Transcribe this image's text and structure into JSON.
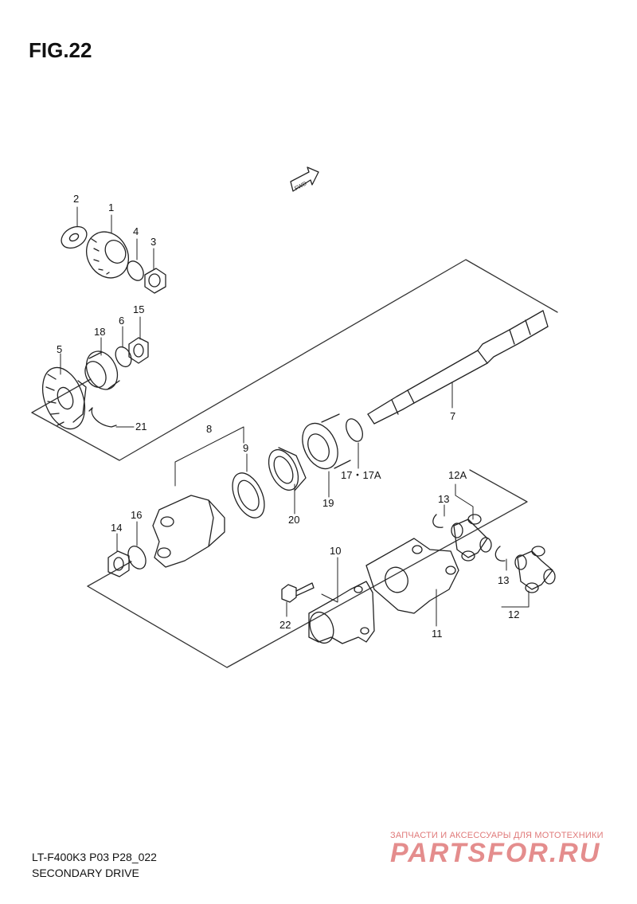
{
  "figure": {
    "title": "FIG.22"
  },
  "fwd_badge": "FWD",
  "callouts": {
    "c1": "1",
    "c2": "2",
    "c3": "3",
    "c4": "4",
    "c5": "5",
    "c6": "6",
    "c7": "7",
    "c8": "8",
    "c9": "9",
    "c10": "10",
    "c11": "11",
    "c12": "12",
    "c12a": "12A",
    "c13a": "13",
    "c13b": "13",
    "c14": "14",
    "c15": "15",
    "c16": "16",
    "c17": "17・17A",
    "c18": "18",
    "c19": "19",
    "c20": "20",
    "c21": "21",
    "c22": "22"
  },
  "footer": {
    "code": "LT-F400K3 P03 P28_022",
    "caption": "SECONDARY DRIVE"
  },
  "watermark": {
    "subtitle": "ЗАПЧАСТИ И АКСЕССУАРЫ ДЛЯ МОТОТЕХНИКИ",
    "logo_text": "PARTSFOR.RU",
    "color": "#e07a7a"
  }
}
